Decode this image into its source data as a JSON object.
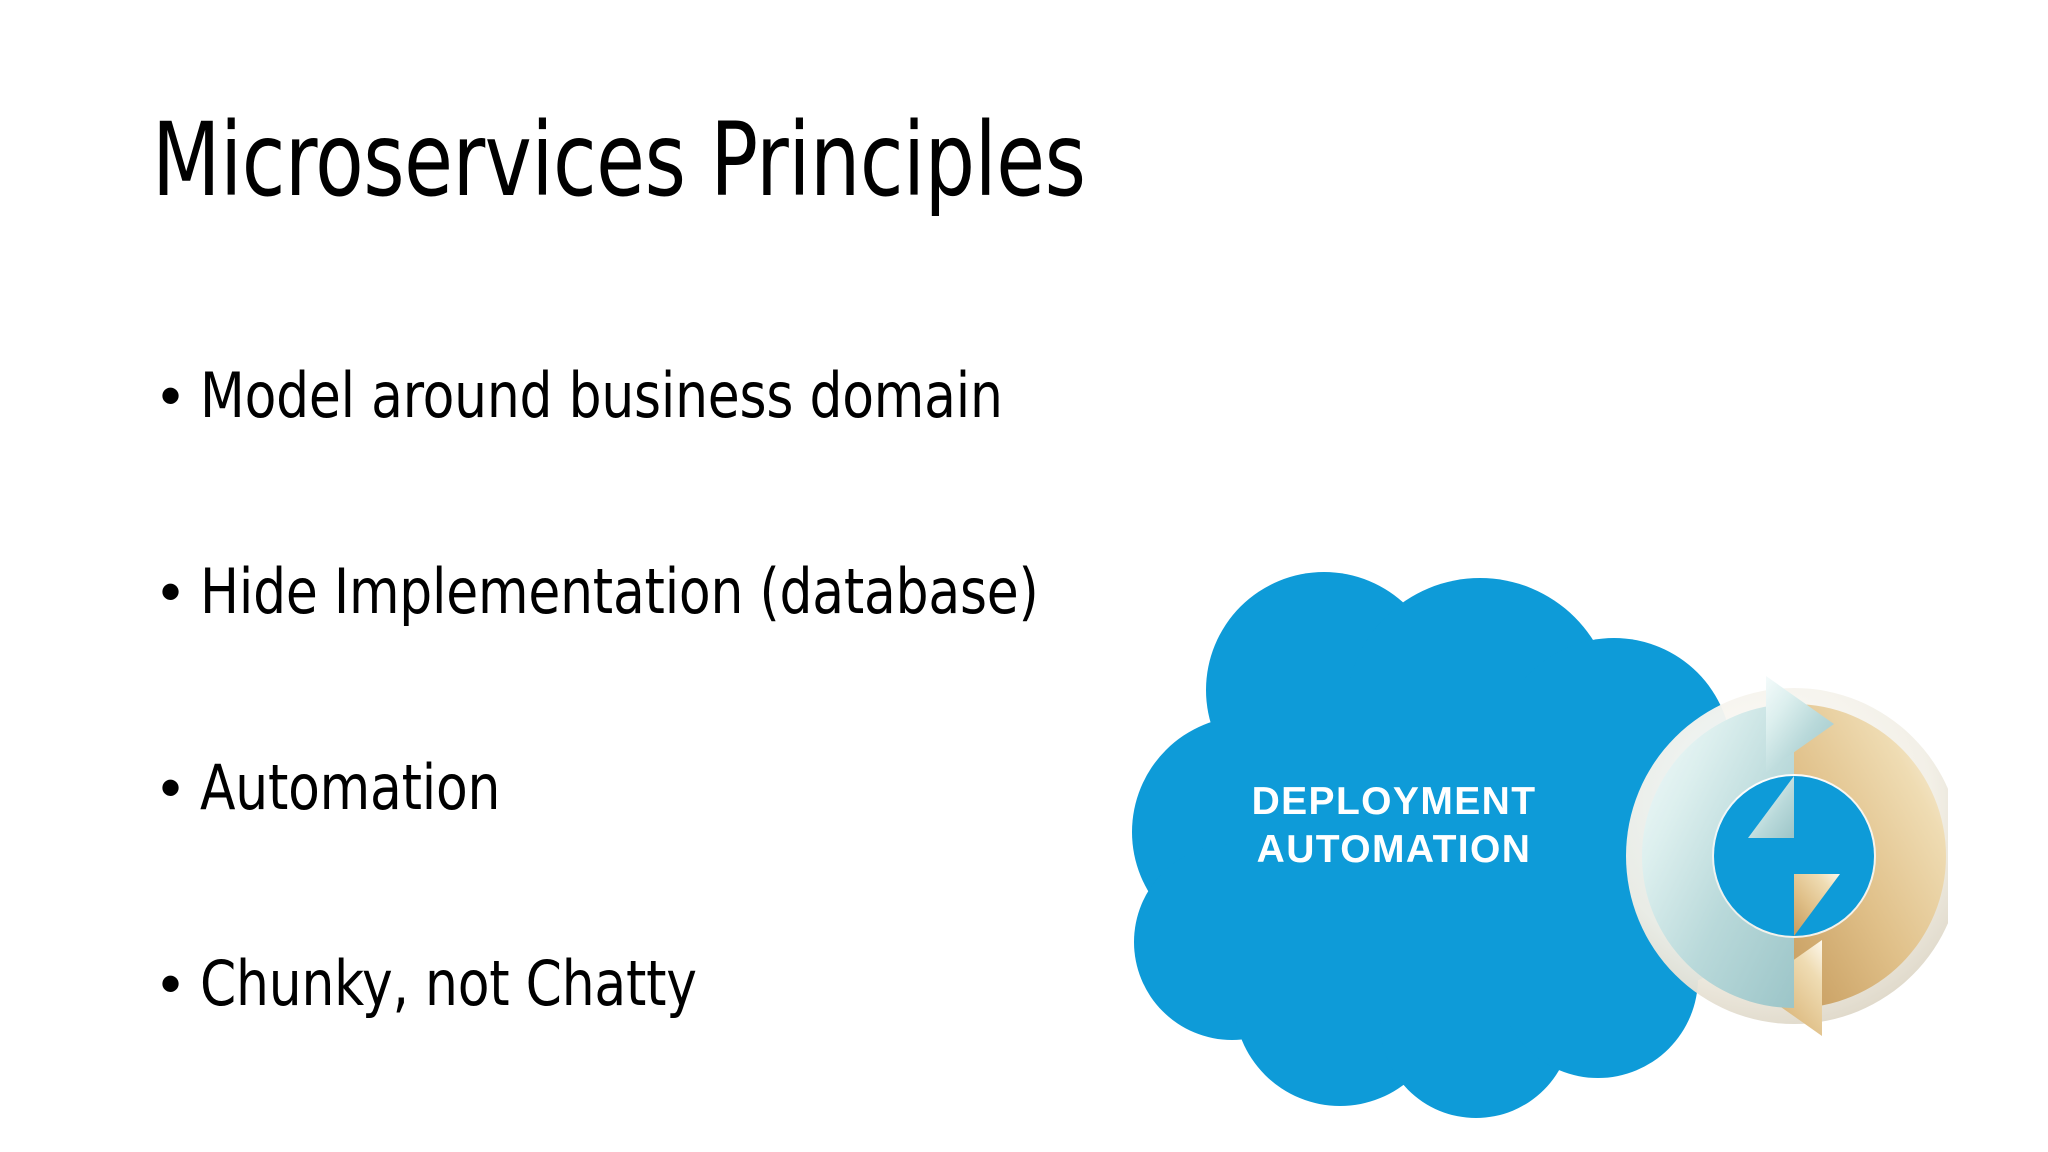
{
  "slide": {
    "title": "Microservices Principles",
    "background_color": "#ffffff",
    "text_color": "#000000",
    "bullets": [
      {
        "marker": "•",
        "text": "Model around business domain"
      },
      {
        "marker": "•",
        "text": "Hide Implementation (database)"
      },
      {
        "marker": "•",
        "text": "Automation"
      },
      {
        "marker": "•",
        "text": "Chunky, not Chatty"
      }
    ]
  },
  "graphic": {
    "name": "deployment-automation-cloud",
    "cloud_color": "#0E9BD8",
    "label_color": "#ffffff",
    "label_line1": "DEPLOYMENT",
    "label_line2": "AUTOMATION",
    "icon": {
      "name": "refresh-sync-arrows-icon",
      "top_arrow_color": "#cfe4e2",
      "bottom_arrow_color": "#e2c489"
    }
  }
}
